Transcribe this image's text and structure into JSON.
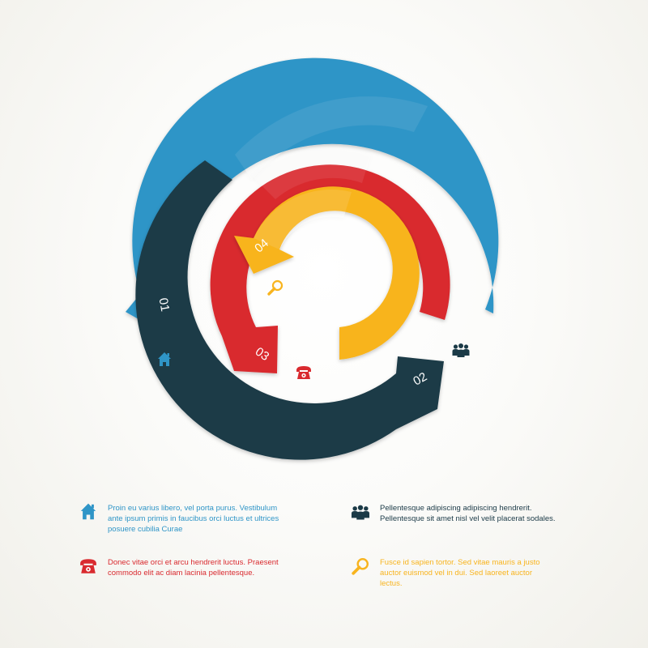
{
  "colors": {
    "blue": "#2f95c7",
    "navy": "#1b3a47",
    "red": "#d92a2f",
    "yellow": "#f8b41e"
  },
  "arrows": [
    {
      "label": "01",
      "color": "#2f95c7",
      "icon": "house-icon"
    },
    {
      "label": "02",
      "color": "#1b3a47",
      "icon": "people-icon"
    },
    {
      "label": "03",
      "color": "#d92a2f",
      "icon": "telephone-icon"
    },
    {
      "label": "04",
      "color": "#f8b41e",
      "icon": "magnifier-icon"
    }
  ],
  "legend": [
    {
      "icon": "house-icon",
      "color": "#2f95c7",
      "text": "Proin eu varius libero, vel porta purus. Vestibulum\nante ipsum primis in faucibus orci luctus et ultrices\nposuere cubilia Curae"
    },
    {
      "icon": "people-icon",
      "color": "#1b3a47",
      "text": "Pellentesque adipiscing adipiscing hendrerit.\nPellentesque sit amet nisl vel velit placerat sodales."
    },
    {
      "icon": "telephone-icon",
      "color": "#d92a2f",
      "text": "Donec vitae orci et arcu hendrerit luctus. Praesent\ncommodo elit ac diam lacinia pellentesque."
    },
    {
      "icon": "magnifier-icon",
      "color": "#f8b41e",
      "text": "Fusce id sapien tortor. Sed vitae mauris a justo\nauctor euismod vel in dui. Sed laoreet auctor\nlectus."
    }
  ]
}
